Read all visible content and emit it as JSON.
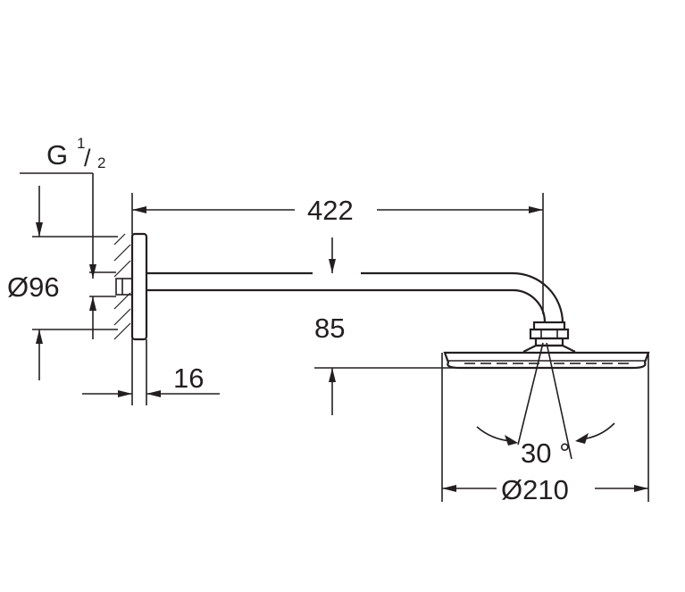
{
  "labels": {
    "thread": "G",
    "thread_num": "1",
    "thread_slash": "/",
    "thread_den": "2",
    "flange_dia": "Ø96",
    "arm_length": "422",
    "drop_height": "85",
    "flange_depth": "16",
    "tilt_angle": "30 °",
    "head_dia": "Ø210"
  }
}
